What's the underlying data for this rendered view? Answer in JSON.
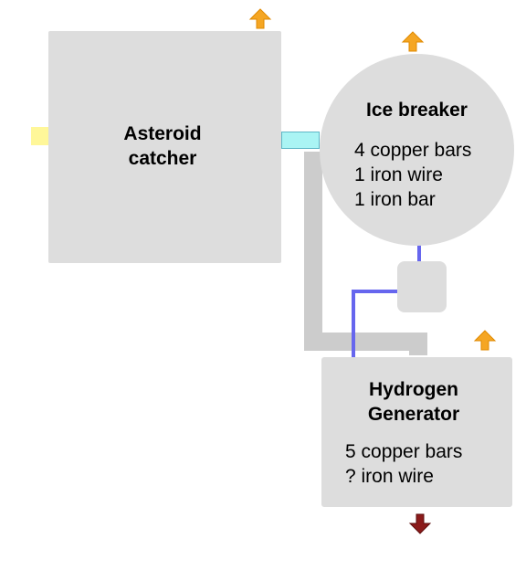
{
  "blocks": {
    "asteroid_catcher": {
      "title_lines": [
        "Asteroid",
        "catcher"
      ]
    },
    "ice_breaker": {
      "title_lines": [
        "Ice breaker"
      ],
      "requirements": [
        "4 copper bars",
        "1 iron wire",
        "1 iron bar"
      ]
    },
    "hydrogen_generator": {
      "title_lines": [
        "Hydrogen",
        "Generator"
      ],
      "requirements": [
        "5 copper bars",
        "? iron wire"
      ]
    }
  },
  "colors": {
    "block_fill": "#dddddd",
    "conveyor": "#cccccc",
    "wire": "#6666ee",
    "output_arrow": "#f5a623",
    "output_arrow_dark": "#8b1a1a",
    "input_port": "#fff799",
    "output_port": "#aaf4f4"
  },
  "icons": {
    "output": "arrow-up-icon",
    "waste": "arrow-down-icon"
  }
}
